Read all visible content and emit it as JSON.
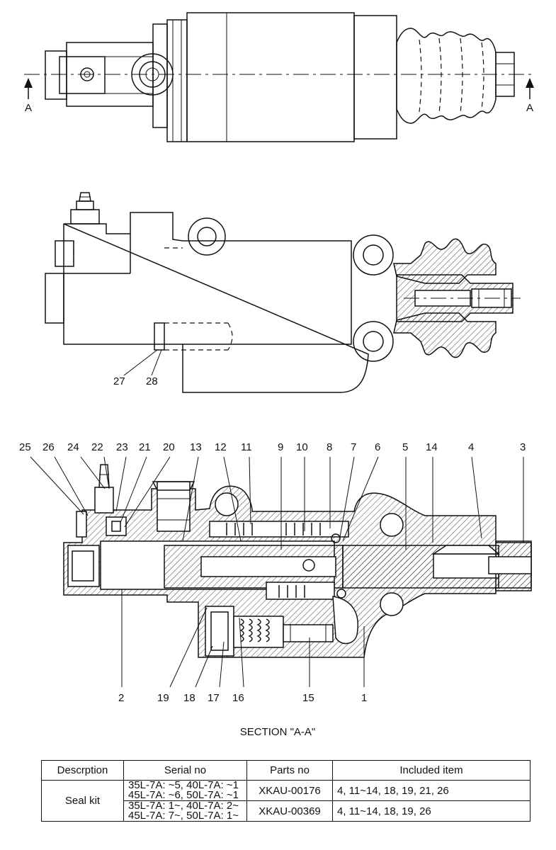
{
  "section_marks": {
    "left": "A",
    "right": "A"
  },
  "top_view_callouts": [
    "27",
    "28"
  ],
  "section_callouts_top": [
    "25",
    "26",
    "24",
    "22",
    "23",
    "21",
    "20",
    "13",
    "12",
    "11",
    "9",
    "10",
    "8",
    "7",
    "6",
    "5",
    "14",
    "4",
    "3"
  ],
  "section_callouts_bottom": [
    "2",
    "19",
    "18",
    "17",
    "16",
    "15",
    "1"
  ],
  "section_caption": "SECTION \"A-A\"",
  "table": {
    "headers": [
      "Descrption",
      "Serial no",
      "Parts no",
      "Included item"
    ],
    "description": "Seal kit",
    "rows": [
      {
        "serial_line1": "35L-7A: ~5, 40L-7A: ~1",
        "serial_line2": "45L-7A: ~6, 50L-7A: ~1",
        "parts_no": "XKAU-00176",
        "included": "4, 11~14, 18, 19, 21, 26"
      },
      {
        "serial_line1": "35L-7A: 1~, 40L-7A: 2~",
        "serial_line2": "45L-7A: 7~, 50L-7A: 1~",
        "parts_no": "XKAU-00369",
        "included": "4, 11~14, 18, 19, 26"
      }
    ]
  }
}
